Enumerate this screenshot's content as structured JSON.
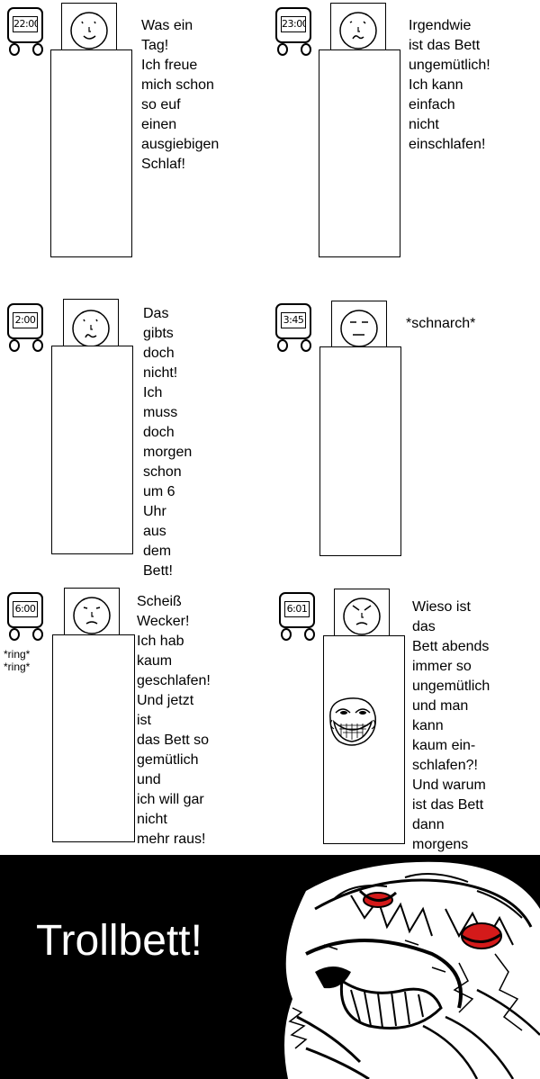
{
  "panels": [
    {
      "time": "22:00",
      "speech": "Was ein\nTag!\nIch freue\nmich schon\nso euf einen\nausgiebigen\nSchlaf!",
      "face": "happy"
    },
    {
      "time": "23:00",
      "speech": "Irgendwie\nist das Bett\nungemütlich!\nIch kann einfach\nnicht einschlafen!",
      "face": "worried"
    },
    {
      "time": "2:00",
      "speech": "Das gibts doch\nnicht! Ich muss\ndoch morgen\nschon um 6 Uhr\naus dem Bett!",
      "face": "sad"
    },
    {
      "time": "3:45",
      "speech": "*schnarch*",
      "face": "sleeping"
    },
    {
      "time": "6:00",
      "speech": "Scheiß\nWecker!\nIch hab kaum\ngeschlafen!\nUnd jetzt ist\ndas Bett so\ngemütlich und\nich will gar nicht\nmehr raus!",
      "face": "frown",
      "ring": "*ring*\n*ring*"
    },
    {
      "time": "6:01",
      "speech": "Wieso ist das\nBett abends\nimmer so\nungemütlich\nund man kann\nkaum ein-\nschlafen?!\nUnd warum\nist das Bett\ndann morgens\nimmer so\ngemütlich...",
      "face": "angry"
    }
  ],
  "footer": {
    "title": "Trollbett!"
  },
  "colors": {
    "background": "#ffffff",
    "footer": "#000000",
    "rage_eye": "#d41a1a"
  }
}
